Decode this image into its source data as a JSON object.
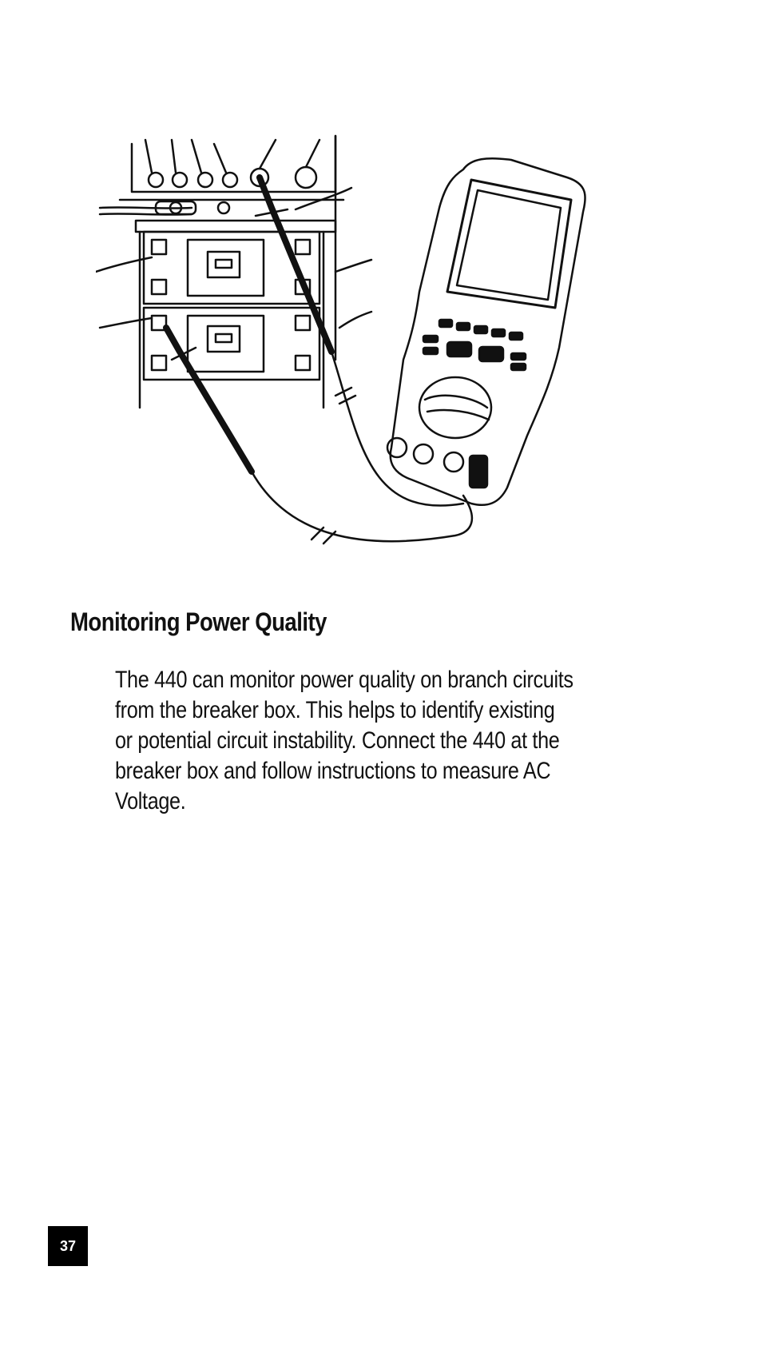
{
  "heading": "Monitoring Power Quality",
  "body_text": "The 440 can monitor power quality on branch circuits\nfrom the breaker box. This helps to identify existing\nor potential circuit instability. Connect the 440 at the\nbreaker box and follow instructions to measure AC\nVoltage.",
  "page_number": "37",
  "illustration": {
    "subject": "multimeter-connected-to-breaker-box-icon"
  },
  "colors": {
    "ink": "#111111",
    "background": "#ffffff",
    "page_badge": "#000000"
  }
}
